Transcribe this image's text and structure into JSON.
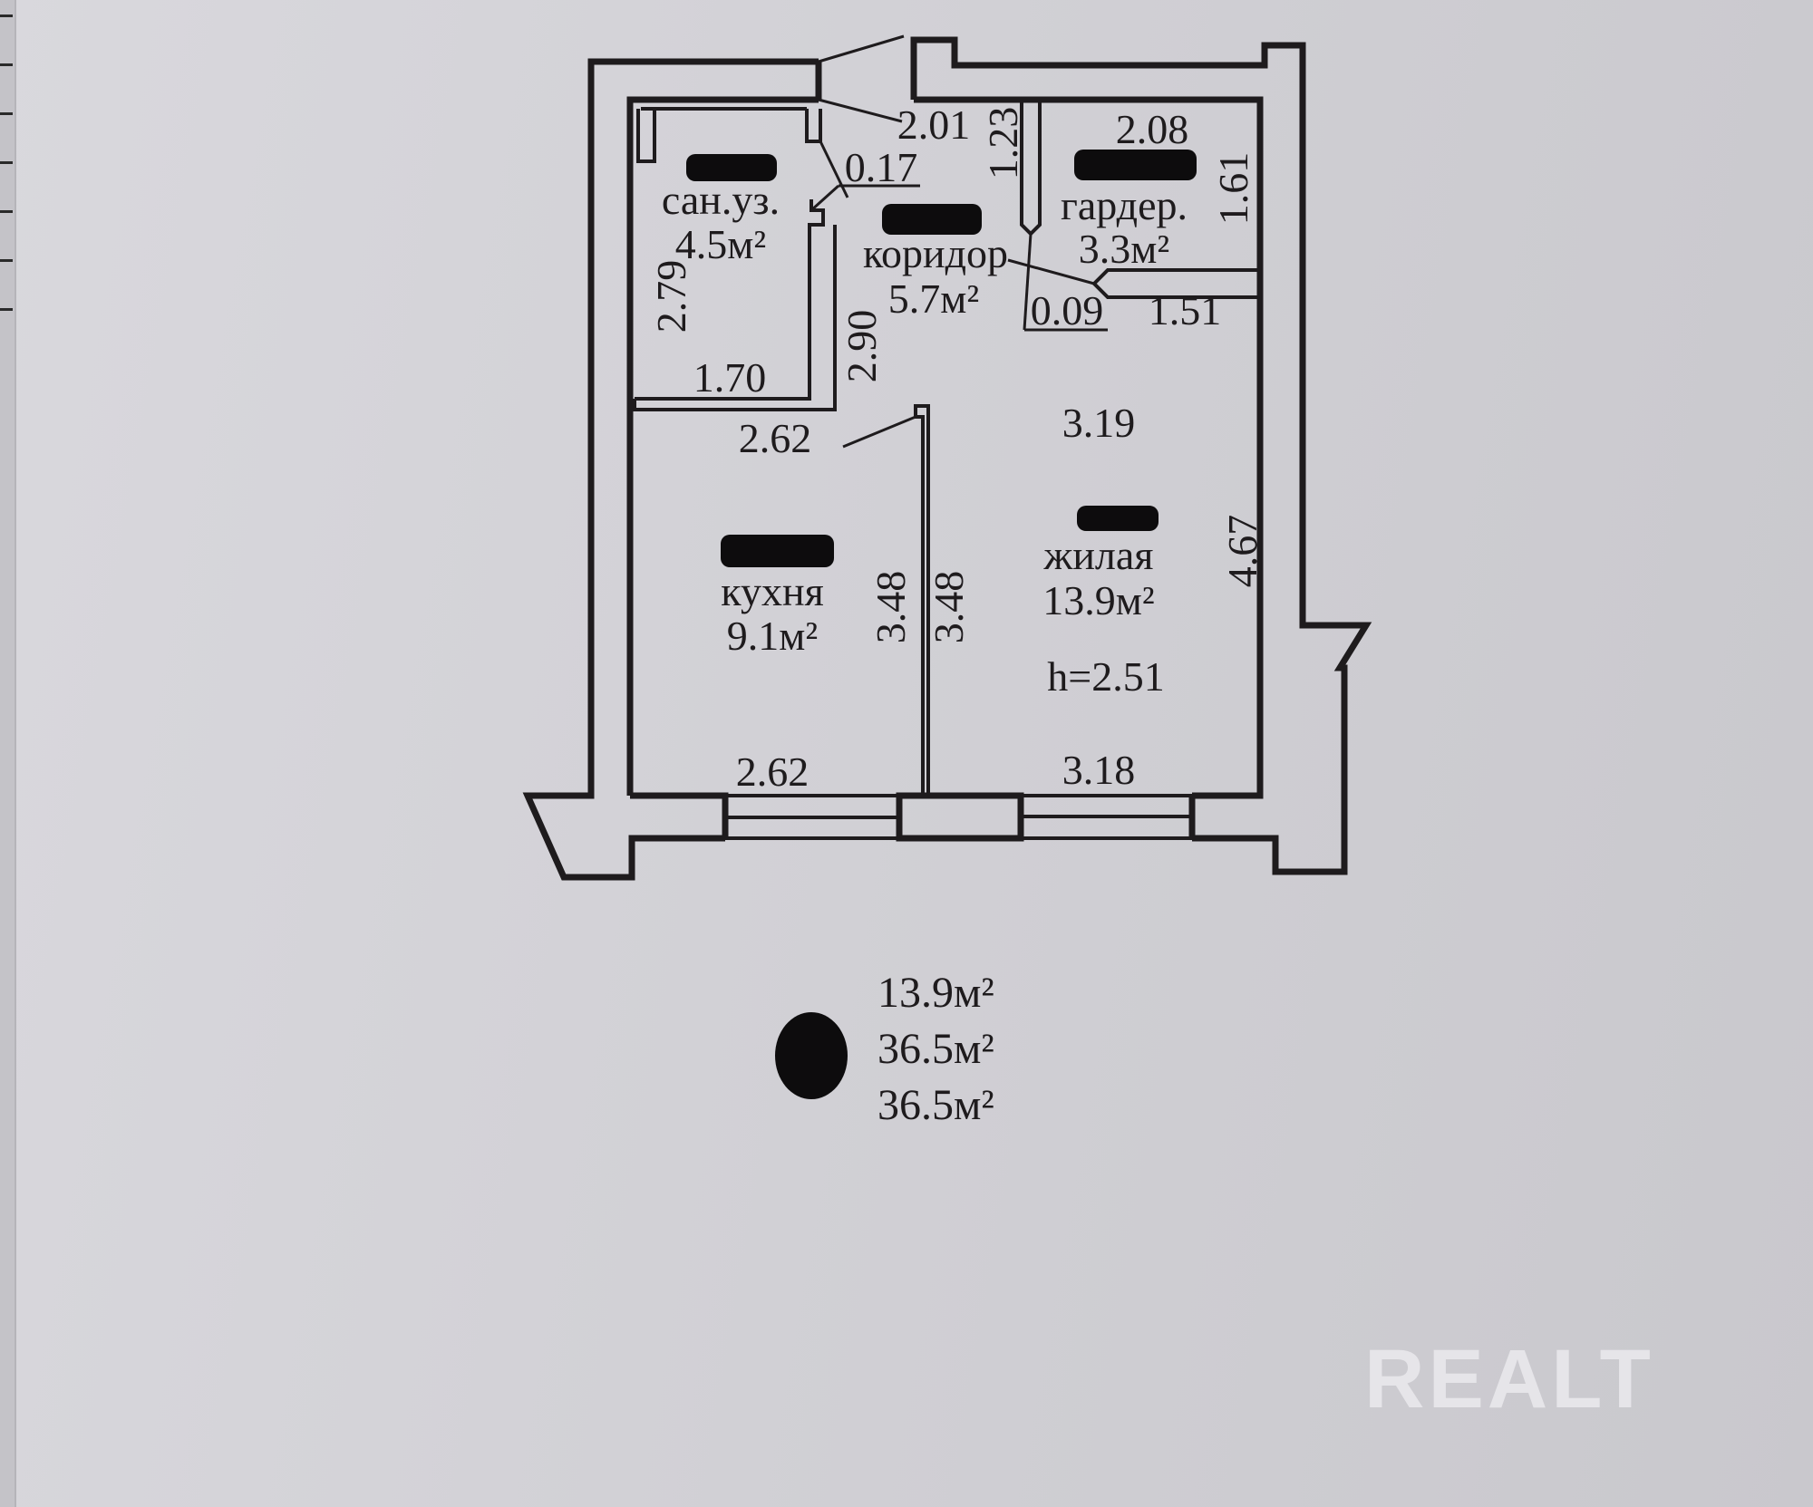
{
  "plan": {
    "rooms": [
      {
        "id": "bathroom",
        "name": "сан.уз.",
        "area": "4.5м²"
      },
      {
        "id": "corridor",
        "name": "коридор",
        "area": "5.7м²"
      },
      {
        "id": "wardrobe",
        "name": "гардер.",
        "area": "3.3м²"
      },
      {
        "id": "kitchen",
        "name": "кухня",
        "area": "9.1м²"
      },
      {
        "id": "living",
        "name": "жилая",
        "area": "13.9м²"
      }
    ],
    "ceiling_height": "h=2.51",
    "dimensions": {
      "entrance_width": "2.01",
      "bath_door_offset": "0.17",
      "bath_height": "2.79",
      "bath_width": "1.70",
      "corridor_height": "2.90",
      "corridor_partition": "1.23",
      "wardrobe_width": "2.08",
      "wardrobe_height": "1.61",
      "wardrobe_offset": "0.09",
      "wardrobe_bottom": "1.51",
      "kitchen_top": "2.62",
      "kitchen_height_left": "3.48",
      "kitchen_height_right": "3.48",
      "kitchen_bottom": "2.62",
      "living_top": "3.19",
      "living_height": "4.67",
      "living_bottom": "3.18"
    }
  },
  "summary": {
    "living_area": "13.9м²",
    "total_area": "36.5м²",
    "total_area_2": "36.5м²"
  },
  "watermark": {
    "text": "REALT",
    "color": "#e9e8ec"
  },
  "colors": {
    "ink": "#1e1b1d",
    "paper": "#d4d3d8"
  }
}
